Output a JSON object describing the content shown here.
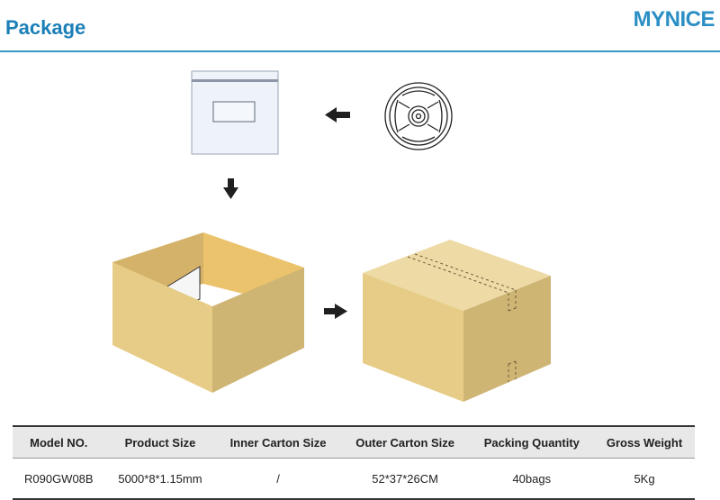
{
  "header": {
    "title": "Package",
    "brand": "MYNICE"
  },
  "table": {
    "headers": [
      "Model NO.",
      "Product Size",
      "Inner Carton Size",
      "Outer Carton Size",
      "Packing Quantity",
      "Gross Weight"
    ],
    "rows": [
      [
        "R090GW08B",
        "5000*8*1.15mm",
        "/",
        "52*37*26CM",
        "40bags",
        "5Kg"
      ]
    ]
  },
  "colors": {
    "accent": "#1b7fb7",
    "box": "#e6cc86",
    "box_dark": "#cfb574",
    "box_inner": "#ebc36c"
  }
}
